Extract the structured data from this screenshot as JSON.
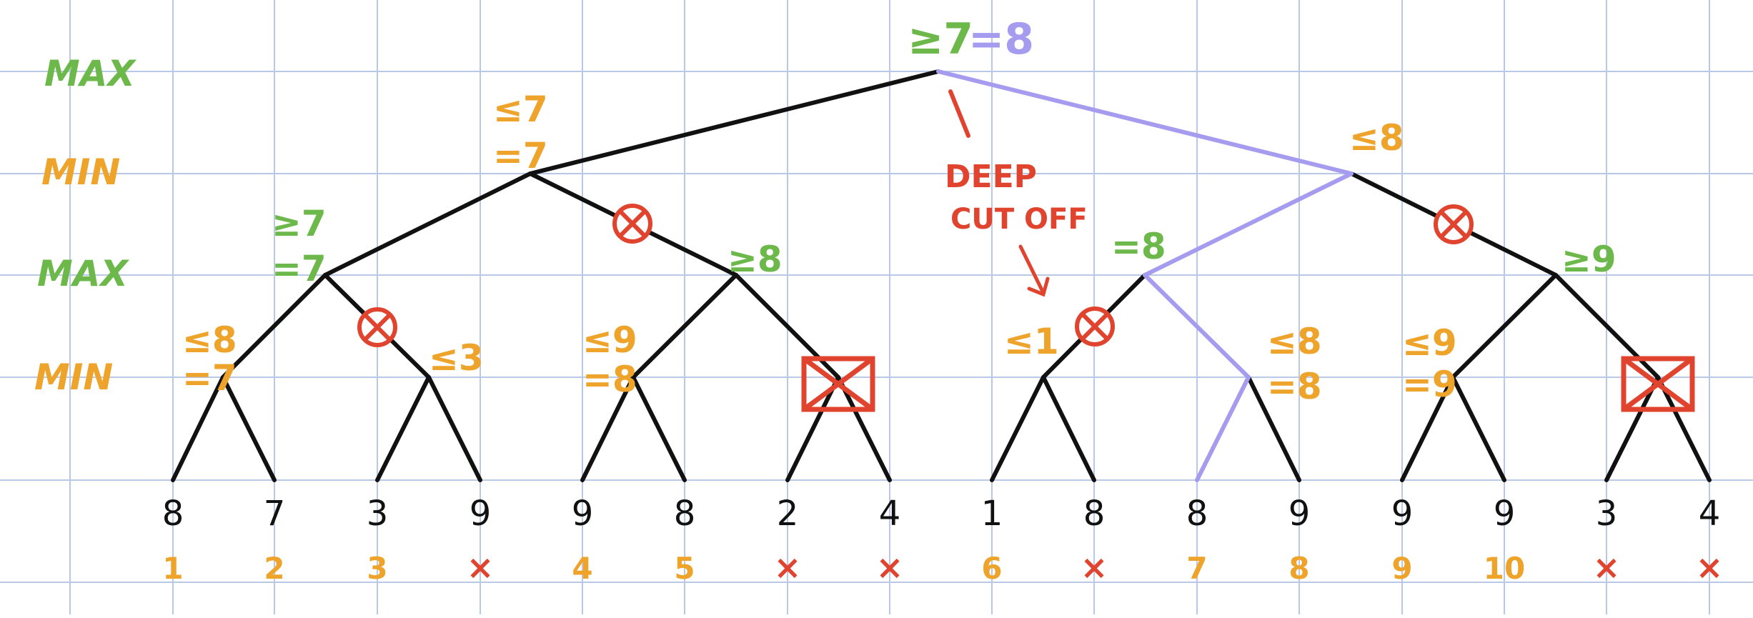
{
  "colors": {
    "grid": "#b9c8e6",
    "edge": "#111111",
    "path": "#a59cf0",
    "max": "#6cb84a",
    "min": "#eea32b",
    "cut": "#e0442f",
    "leaf": "#111111",
    "background": "#ffffff"
  },
  "level_labels": {
    "l0": "MAX",
    "l1": "MIN",
    "l2": "MAX",
    "l3": "MIN"
  },
  "root": {
    "bound": "≥7",
    "value": "=8"
  },
  "nodes": {
    "min_left": {
      "bound": "≤7",
      "value": "=7"
    },
    "min_right": {
      "bound": "≤8"
    },
    "max_a": {
      "bound": "≥7",
      "value": "=7"
    },
    "max_b": {
      "bound": "≥8"
    },
    "max_c": {
      "bound": "=8"
    },
    "max_d": {
      "bound": "≥9"
    },
    "min_a": {
      "bound": "≤8",
      "value": "=7"
    },
    "min_b": {
      "bound": "≤3"
    },
    "min_c": {
      "bound": "≤9",
      "value": "=8"
    },
    "min_e": {
      "bound": "≤1"
    },
    "min_f": {
      "bound": "≤8",
      "value": "=8"
    },
    "min_g": {
      "bound": "≤9",
      "value": "=9"
    }
  },
  "deep_cutoff": {
    "line1": "DEEP",
    "line2": "CUT OFF"
  },
  "leaves": [
    "8",
    "7",
    "3",
    "9",
    "9",
    "8",
    "2",
    "4",
    "1",
    "8",
    "8",
    "9",
    "9",
    "9",
    "3",
    "4"
  ],
  "visit_order": [
    "1",
    "2",
    "3",
    "×",
    "4",
    "5",
    "×",
    "×",
    "6",
    "×",
    "7",
    "8",
    "9",
    "10",
    "×",
    "×"
  ]
}
